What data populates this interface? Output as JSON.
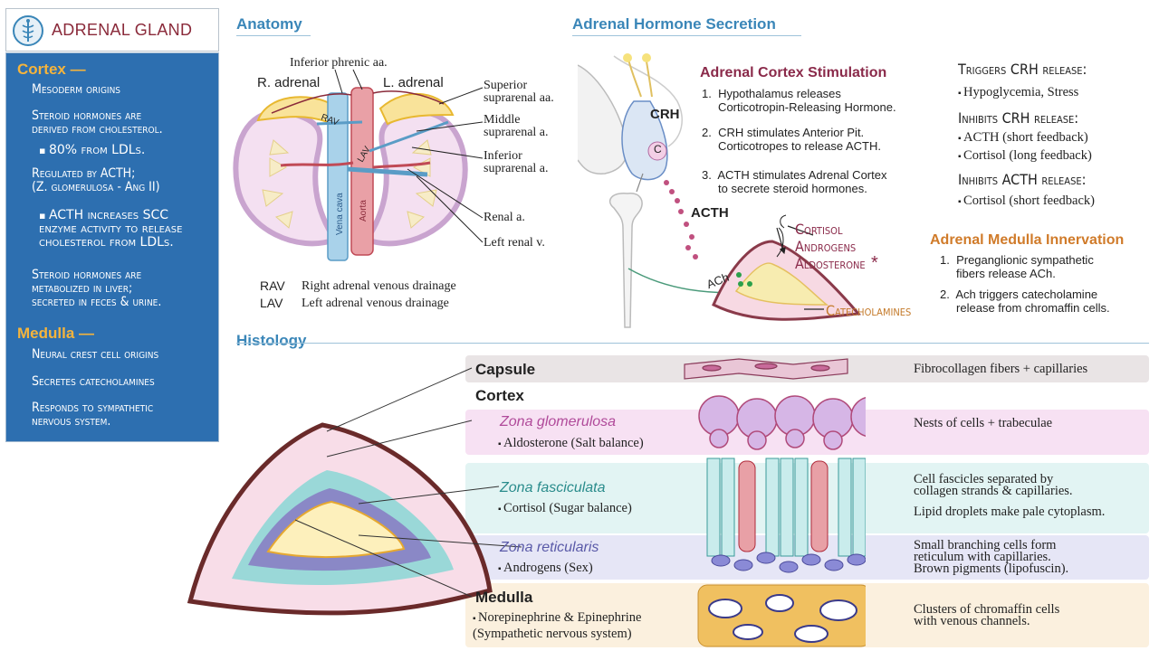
{
  "sidebar": {
    "title": "ADRENAL GLAND",
    "cortex_heading": "Cortex —",
    "cortex_items": [
      "Mesoderm origins",
      "Steroid hormones are\nderived from cholesterol.",
      "80% from LDLs.",
      "Regulated by ACTH;\n(Z. glomerulosa - Ang II)",
      "ACTH increases SCC\nenzyme activity to release\ncholesterol from LDLs.",
      "Steroid hormones are\nmetabolized in liver;\nsecreted in feces & urine."
    ],
    "medulla_heading": "Medulla —",
    "medulla_items": [
      "Neural crest cell origins",
      "Secretes catecholamines",
      "Responds to sympathetic\nnervous system."
    ]
  },
  "anatomy": {
    "heading": "Anatomy",
    "labels": {
      "inferior_phrenic": "Inferior phrenic aa.",
      "r_adrenal": "R. adrenal",
      "l_adrenal": "L. adrenal",
      "superior_suprarenal": "Superior\nsuprarenal aa.",
      "middle_suprarenal": "Middle\nsuprarenal a.",
      "inferior_suprarenal": "Inferior\nsuprarenal a.",
      "renal_a": "Renal a.",
      "left_renal_v": "Left renal v.",
      "rav_tag": "RAV",
      "lav_tag": "LAV",
      "vena_cava": "Vena cava",
      "aorta": "Aorta"
    },
    "legend": [
      {
        "abbr": "RAV",
        "text": "Right adrenal venous drainage"
      },
      {
        "abbr": "LAV",
        "text": "Left adrenal venous drainage"
      }
    ]
  },
  "secretion": {
    "heading": "Adrenal Hormone Secretion",
    "diagram_labels": {
      "crh": "CRH",
      "c": "C",
      "acth": "ACTH",
      "ach": "ACh",
      "cortisol": "Cortisol",
      "androgens": "Androgens",
      "aldosterone": "Aldosterone",
      "asterisk": "*",
      "catecholamines": "Catecholamines"
    },
    "stimulation_heading": "Adrenal Cortex Stimulation",
    "stimulation_steps": [
      "1.  Hypothalamus releases\n     Corticotropin-Releasing Hormone.",
      "2.  CRH stimulates Anterior Pit.\n     Corticotropes to release ACTH.",
      "3.  ACTH stimulates Adrenal Cortex\n     to secrete steroid hormones."
    ],
    "triggers_heading": "Triggers CRH release:",
    "triggers_items": [
      "Hypoglycemia, Stress"
    ],
    "inhibits_crh_heading": "Inhibits CRH release:",
    "inhibits_crh_items": [
      "ACTH (short feedback)",
      "Cortisol (long feedback)"
    ],
    "inhibits_acth_heading": "Inhibits ACTH release:",
    "inhibits_acth_items": [
      "Cortisol (short feedback)"
    ],
    "medulla_heading": "Adrenal Medulla Innervation",
    "medulla_steps": [
      "1.  Preganglionic sympathetic\n     fibers release ACh.",
      "2.  Ach triggers catecholamine\n     release from chromaffin cells."
    ]
  },
  "histology": {
    "heading": "Histology",
    "capsule": {
      "name": "Capsule",
      "desc": "Fibrocollagen fibers + capillaries"
    },
    "cortex_label": "Cortex",
    "zones": [
      {
        "name": "Zona glomerulosa",
        "sub": "Aldosterone (Salt balance)",
        "desc": "Nests of cells + trabeculae",
        "color": "#b04a9a"
      },
      {
        "name": "Zona fasciculata",
        "sub": "Cortisol (Sugar balance)",
        "desc": "Cell fascicles separated by\ncollagen strands & capillaries.",
        "desc2": "Lipid droplets make pale cytoplasm.",
        "color": "#2a8c8c"
      },
      {
        "name": "Zona reticularis",
        "sub": "Androgens (Sex)",
        "desc": "Small branching cells form\nreticulum with capillaries.\nBrown pigments (lipofuscin).",
        "color": "#5a5aa8"
      }
    ],
    "medulla": {
      "name": "Medulla",
      "sub": "Norepinephrine & Epinephrine\n(Sympathetic nervous system)",
      "desc": "Clusters of chromaffin cells\nwith venous channels."
    }
  }
}
